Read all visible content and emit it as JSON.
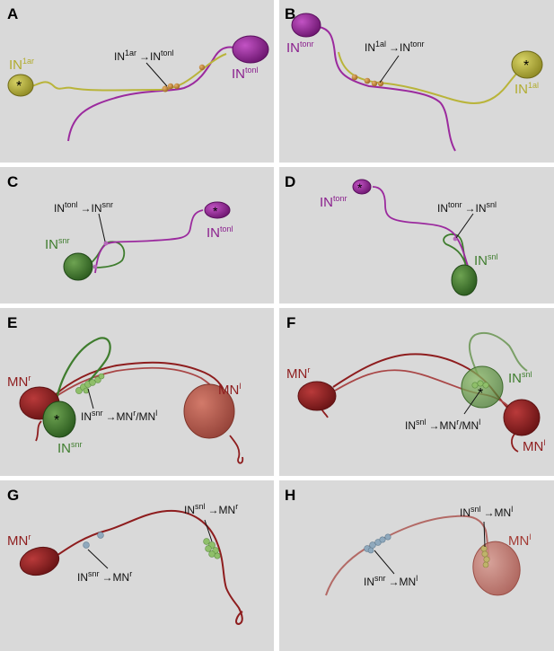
{
  "panels": {
    "A": {
      "letter": "A",
      "cell_left": "IN",
      "cell_left_sup": "1ar",
      "cell_right": "IN",
      "cell_right_sup": "tonl",
      "ann_pre": "IN",
      "ann_pre_sup": "1ar",
      "ann_post": "IN",
      "ann_post_sup": "tonl"
    },
    "B": {
      "letter": "B",
      "cell_left": "IN",
      "cell_left_sup": "tonr",
      "cell_right": "IN",
      "cell_right_sup": "1al",
      "ann_pre": "IN",
      "ann_pre_sup": "1al",
      "ann_post": "IN",
      "ann_post_sup": "tonr"
    },
    "C": {
      "letter": "C",
      "cell_left": "IN",
      "cell_left_sup": "snr",
      "cell_right": "IN",
      "cell_right_sup": "tonl",
      "ann_pre": "IN",
      "ann_pre_sup": "tonl",
      "ann_post": "IN",
      "ann_post_sup": "snr"
    },
    "D": {
      "letter": "D",
      "cell_left": "IN",
      "cell_left_sup": "tonr",
      "cell_right": "IN",
      "cell_right_sup": "snl",
      "ann_pre": "IN",
      "ann_pre_sup": "tonr",
      "ann_post": "IN",
      "ann_post_sup": "snl"
    },
    "E": {
      "letter": "E",
      "cell_a": "MN",
      "cell_a_sup": "r",
      "cell_b": "IN",
      "cell_b_sup": "snr",
      "cell_c": "MN",
      "cell_c_sup": "l",
      "ann_pre": "IN",
      "ann_pre_sup": "snr",
      "ann_post": "MN",
      "ann_post_sup": "r",
      "ann_mid": "/MN",
      "ann_mid_sup": "l"
    },
    "F": {
      "letter": "F",
      "cell_a": "MN",
      "cell_a_sup": "r",
      "cell_b": "IN",
      "cell_b_sup": "snl",
      "cell_c": "MN",
      "cell_c_sup": "l",
      "ann_pre": "IN",
      "ann_pre_sup": "snl",
      "ann_post": "MN",
      "ann_post_sup": "r",
      "ann_mid": "/MN",
      "ann_mid_sup": "l"
    },
    "G": {
      "letter": "G",
      "cell_a": "MN",
      "cell_a_sup": "r",
      "ann1_pre": "IN",
      "ann1_pre_sup": "snl",
      "ann1_post": "MN",
      "ann1_post_sup": "r",
      "ann2_pre": "IN",
      "ann2_pre_sup": "snr",
      "ann2_post": "MN",
      "ann2_post_sup": "r"
    },
    "H": {
      "letter": "H",
      "cell_a": "MN",
      "cell_a_sup": "l",
      "ann1_pre": "IN",
      "ann1_pre_sup": "snl",
      "ann1_post": "MN",
      "ann1_post_sup": "l",
      "ann2_pre": "IN",
      "ann2_pre_sup": "snr",
      "ann2_post": "MN",
      "ann2_post_sup": "l"
    }
  },
  "soma_marker": "*",
  "arrow_glyph": "→",
  "colors": {
    "background": "#d9d9d9",
    "yellow": "#b9b43a",
    "purple": "#9b2a9e",
    "green": "#3f7d2e",
    "red": "#8e1d1e",
    "synapse_orange": "#c9882d",
    "synapse_green": "#8fbf6a",
    "synapse_blue": "#8fa9bd"
  }
}
